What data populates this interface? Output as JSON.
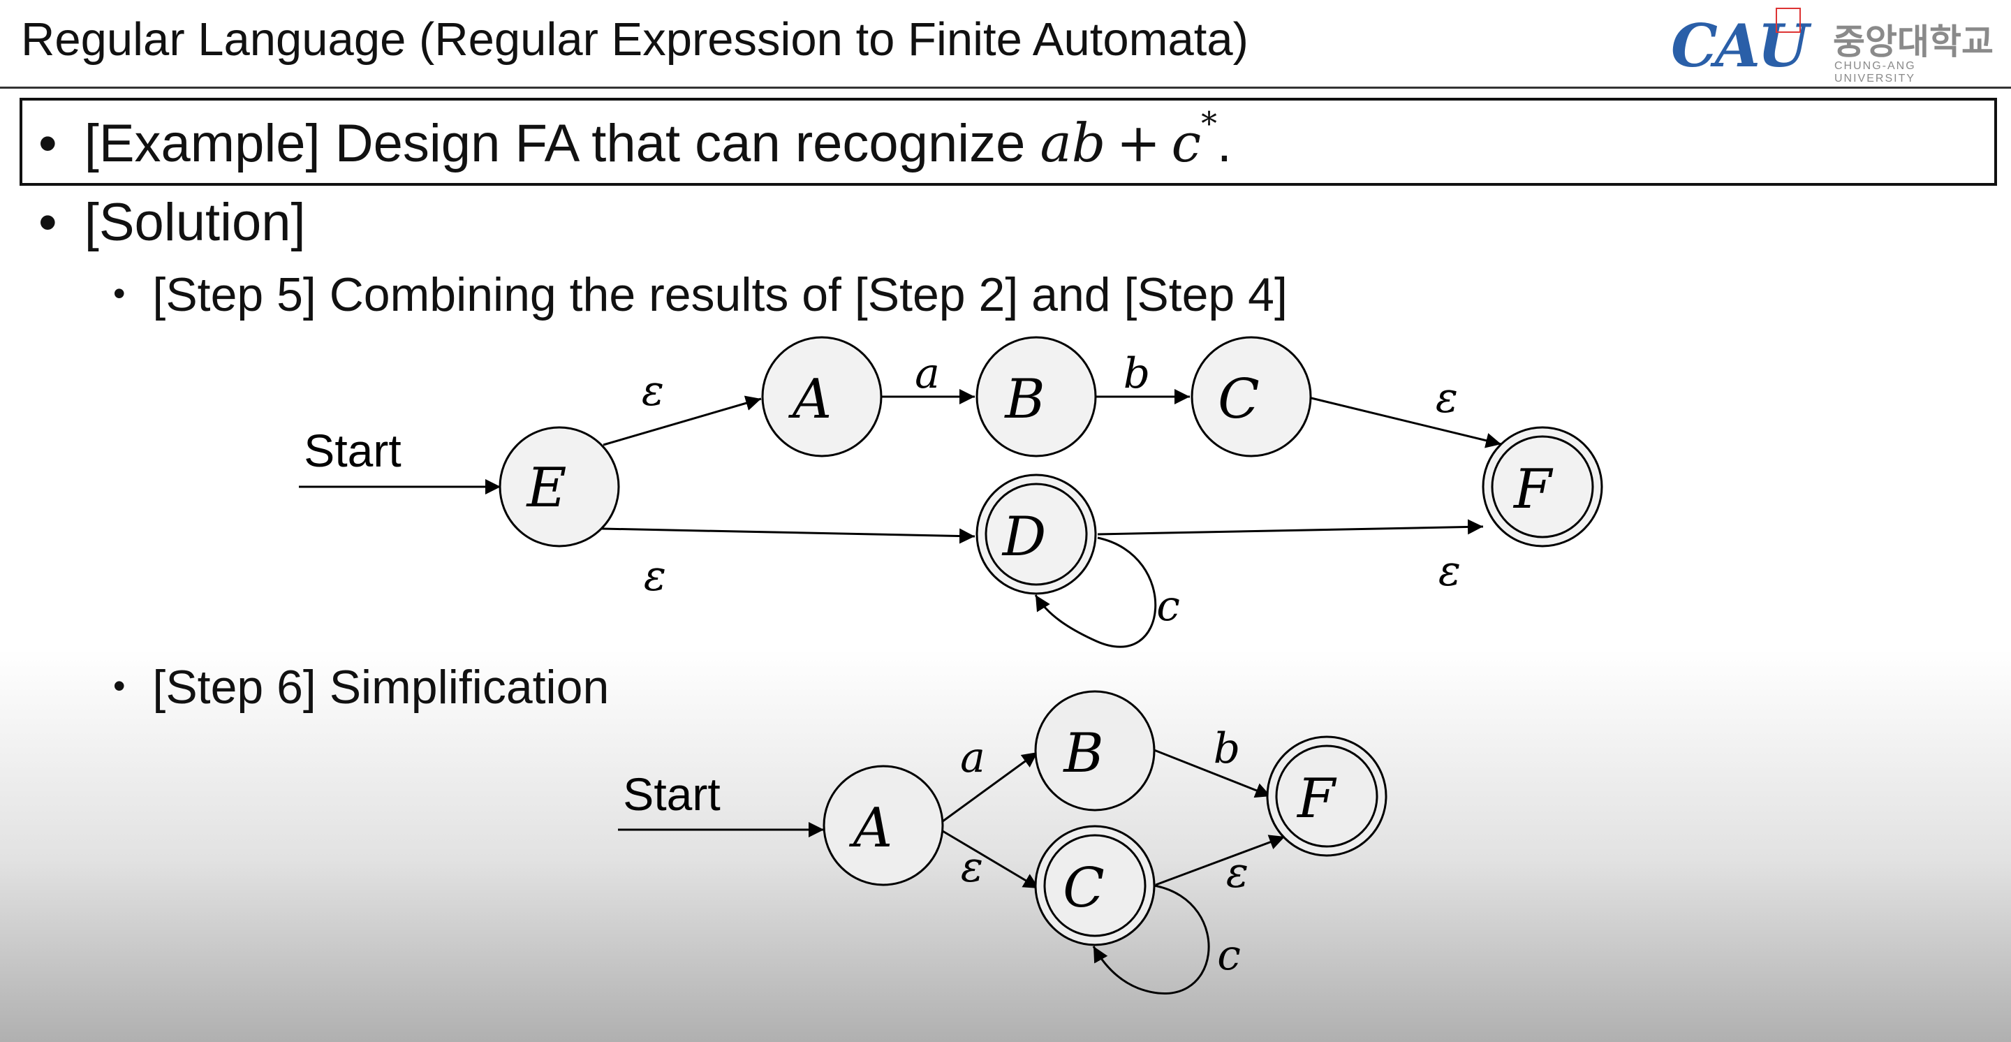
{
  "header": {
    "title": "Regular Language (Regular Expression to Finite Automata)",
    "logo_text": "CAU",
    "logo_korean": "중앙대학교",
    "logo_english": "CHUNG-ANG UNIVERSITY"
  },
  "bullets": {
    "bullet_char": "•",
    "example_prefix": "[Example] Design FA that can recognize ",
    "example_math": {
      "a": "a",
      "b": "b",
      "plus": "+",
      "c": "c",
      "star": "*"
    },
    "example_suffix": ".",
    "solution": "[Solution]",
    "step5": "[Step 5] Combining the results of [Step 2] and [Step 4]",
    "step6": "[Step 6] Simplification"
  },
  "diagram_step5": {
    "start_label": "Start",
    "states": {
      "E": "E",
      "A": "A",
      "B": "B",
      "C": "C",
      "D": "D",
      "F": "F"
    },
    "accepting": [
      "D",
      "F"
    ],
    "edges": {
      "E_A": "ε",
      "A_B": "a",
      "B_C": "b",
      "C_F": "ε",
      "E_D": "ε",
      "D_F": "ε",
      "D_D": "c"
    }
  },
  "diagram_step6": {
    "start_label": "Start",
    "states": {
      "A": "A",
      "B": "B",
      "C": "C",
      "F": "F"
    },
    "accepting": [
      "C",
      "F"
    ],
    "edges": {
      "A_B": "a",
      "A_C": "ε",
      "B_F": "b",
      "C_F": "ε",
      "C_C": "c"
    }
  }
}
